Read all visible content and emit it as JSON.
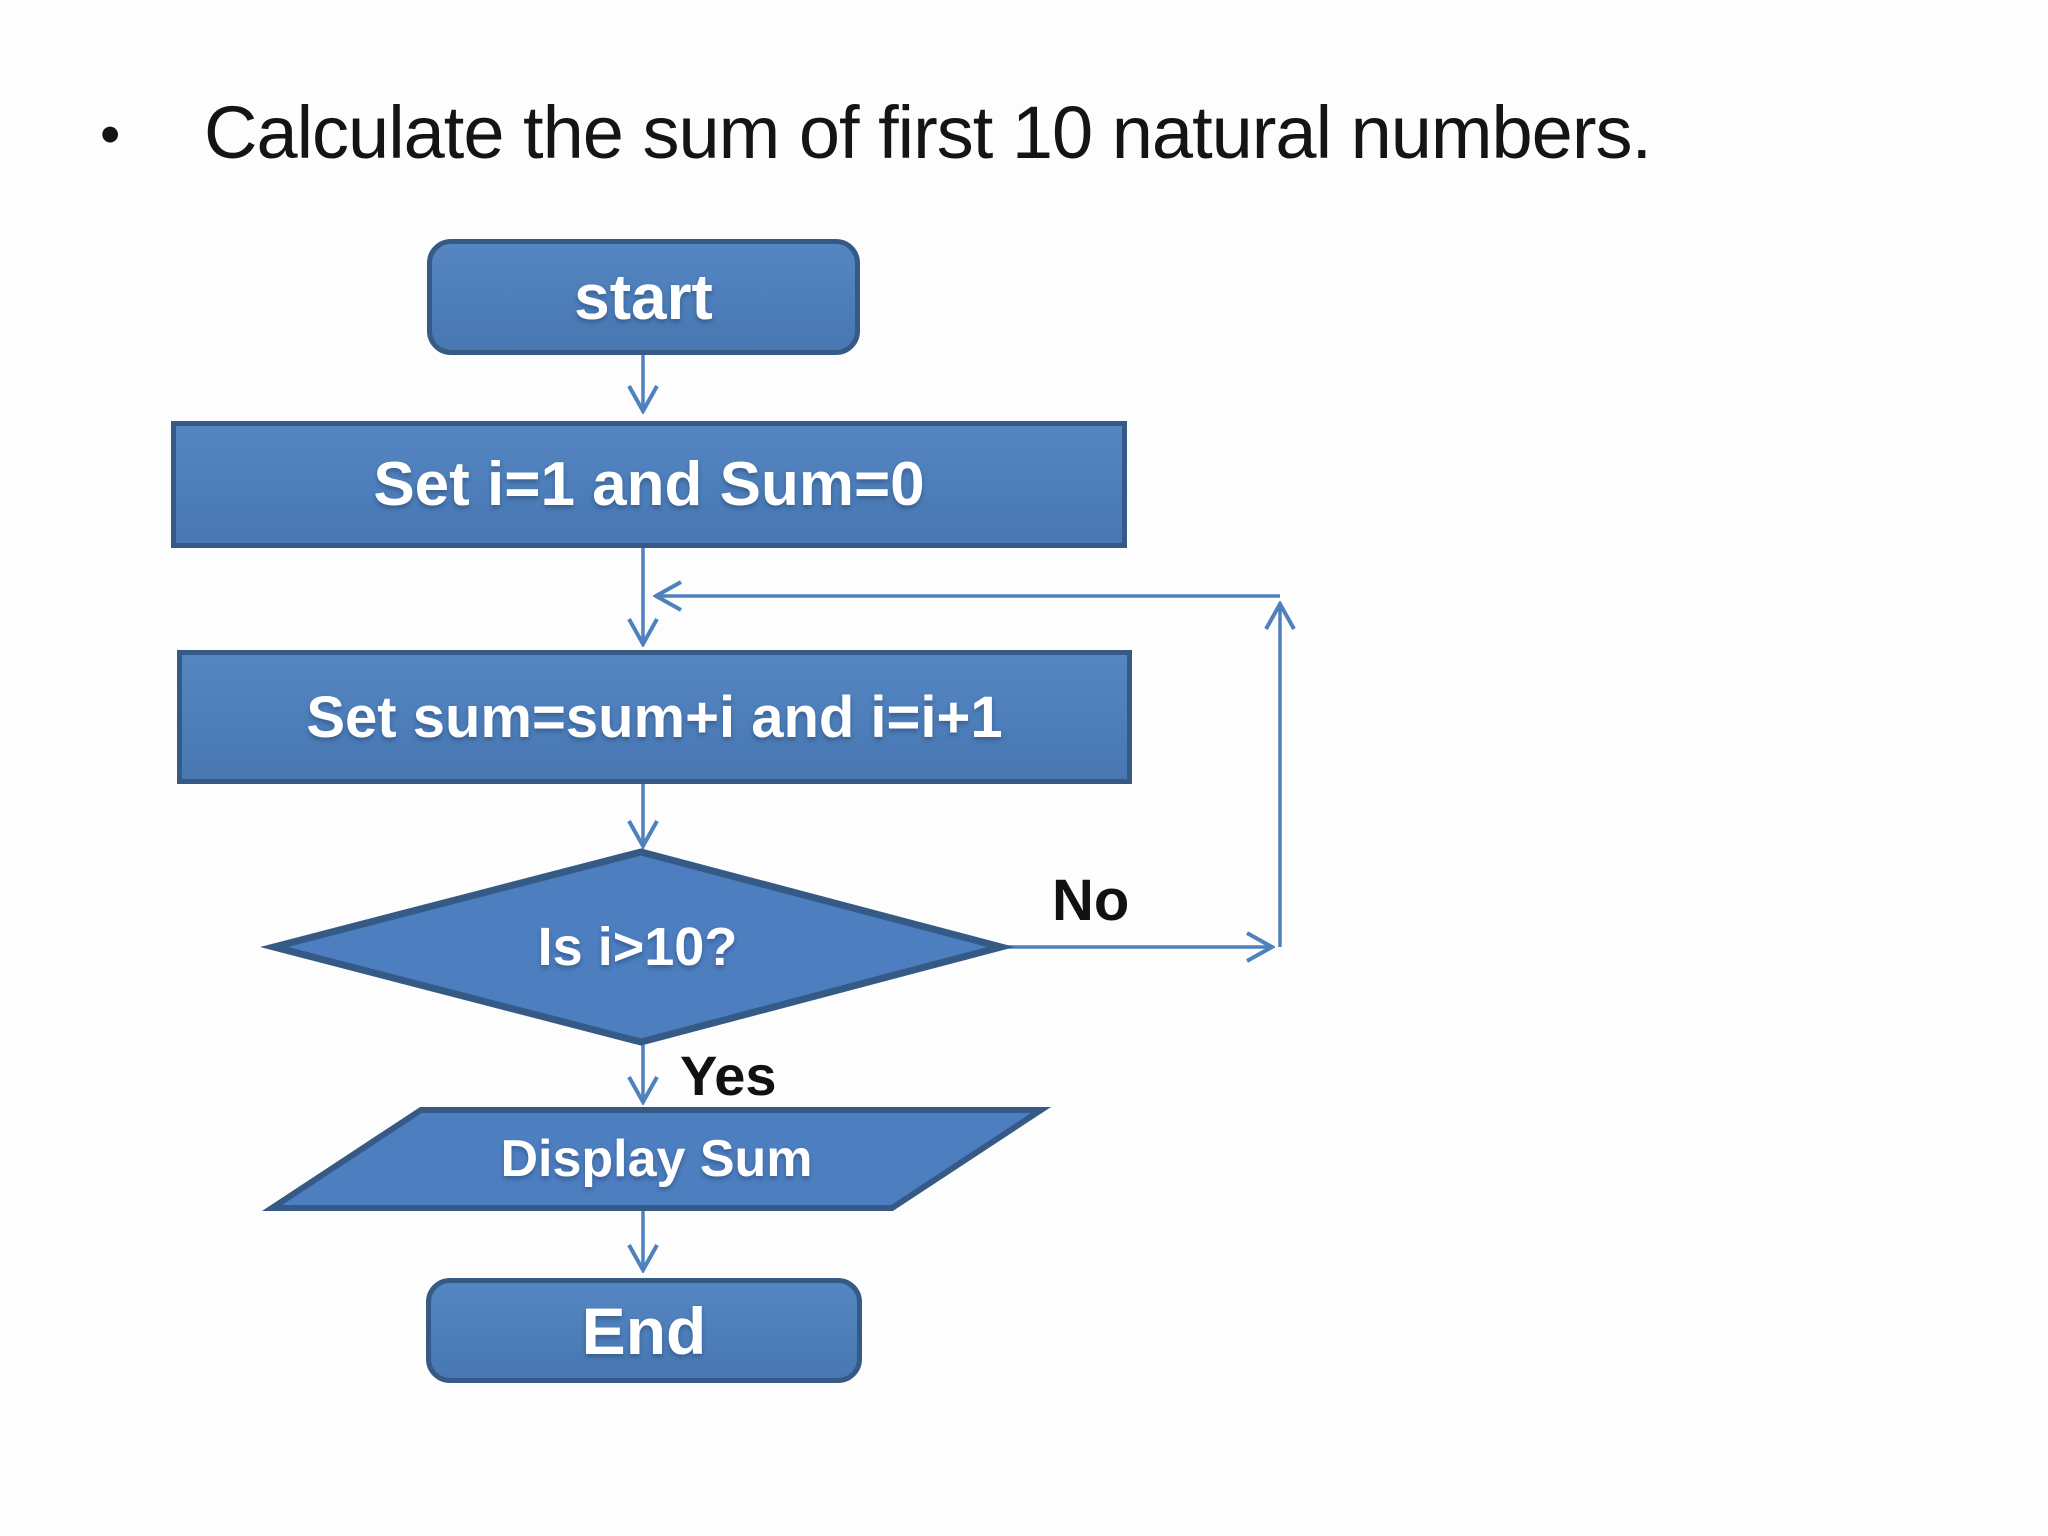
{
  "slide": {
    "bullet_glyph": "•",
    "title": "Calculate the sum of first 10 natural numbers."
  },
  "flowchart": {
    "nodes": {
      "start": {
        "type": "terminator",
        "label": "start"
      },
      "init": {
        "type": "process",
        "label": "Set i=1 and Sum=0"
      },
      "accumulate": {
        "type": "process",
        "label": "Set sum=sum+i and i=i+1"
      },
      "decision": {
        "type": "decision",
        "label": "Is i>10?"
      },
      "display": {
        "type": "input-output",
        "label": "Display Sum"
      },
      "end": {
        "type": "terminator",
        "label": "End"
      }
    },
    "branch_labels": {
      "yes": "Yes",
      "no": "No"
    },
    "edges": [
      "start -> init",
      "init -> accumulate",
      "accumulate -> decision",
      "decision -Yes-> display",
      "decision -No-> accumulate (loop back)",
      "display -> end"
    ],
    "colors": {
      "shape_fill": "#4d7ec0",
      "shape_border": "#355a85",
      "connector": "#4f81bd",
      "shape_text": "#ffffff",
      "annotation_text": "#111111",
      "background": "#fdfdfd"
    }
  }
}
